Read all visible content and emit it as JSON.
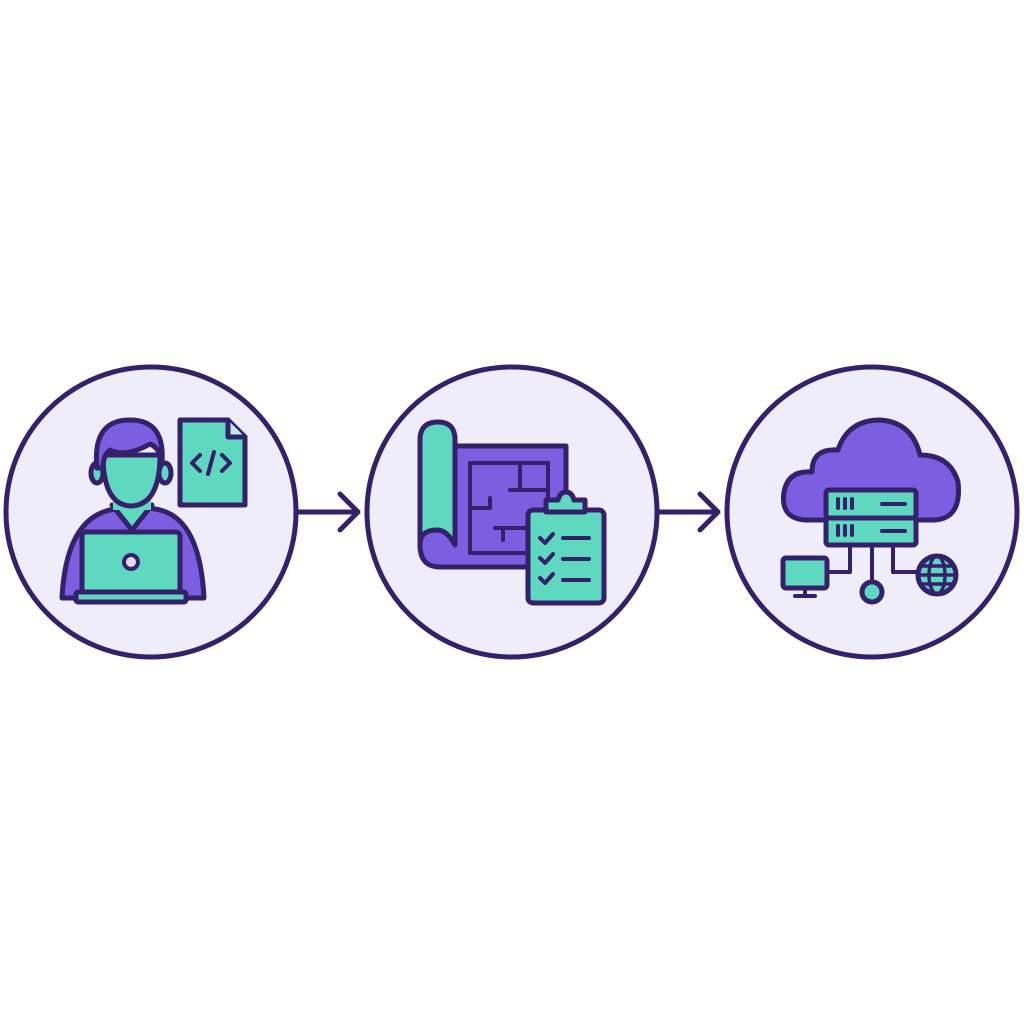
{
  "diagram": {
    "type": "process-flow",
    "steps": [
      {
        "icon": "developer-with-laptop-and-code-file-icon"
      },
      {
        "icon": "blueprint-and-checklist-icon"
      },
      {
        "icon": "cloud-server-network-icon"
      }
    ],
    "connectors": [
      "arrow-right",
      "arrow-right"
    ]
  },
  "colors": {
    "outline": "#35206b",
    "circle_fill": "#f0edfa",
    "purple": "#7b5fe0",
    "teal": "#5fd8c0",
    "background": "#ffffff"
  }
}
